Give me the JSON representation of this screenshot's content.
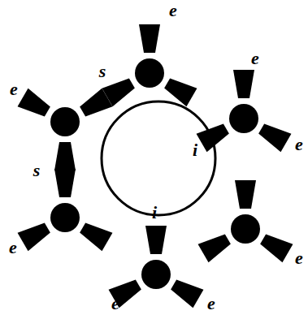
{
  "diagram": {
    "labels": [
      "e",
      "e",
      "s",
      "e",
      "e",
      "i",
      "s",
      "i",
      "e",
      "e",
      "e",
      "e"
    ]
  }
}
